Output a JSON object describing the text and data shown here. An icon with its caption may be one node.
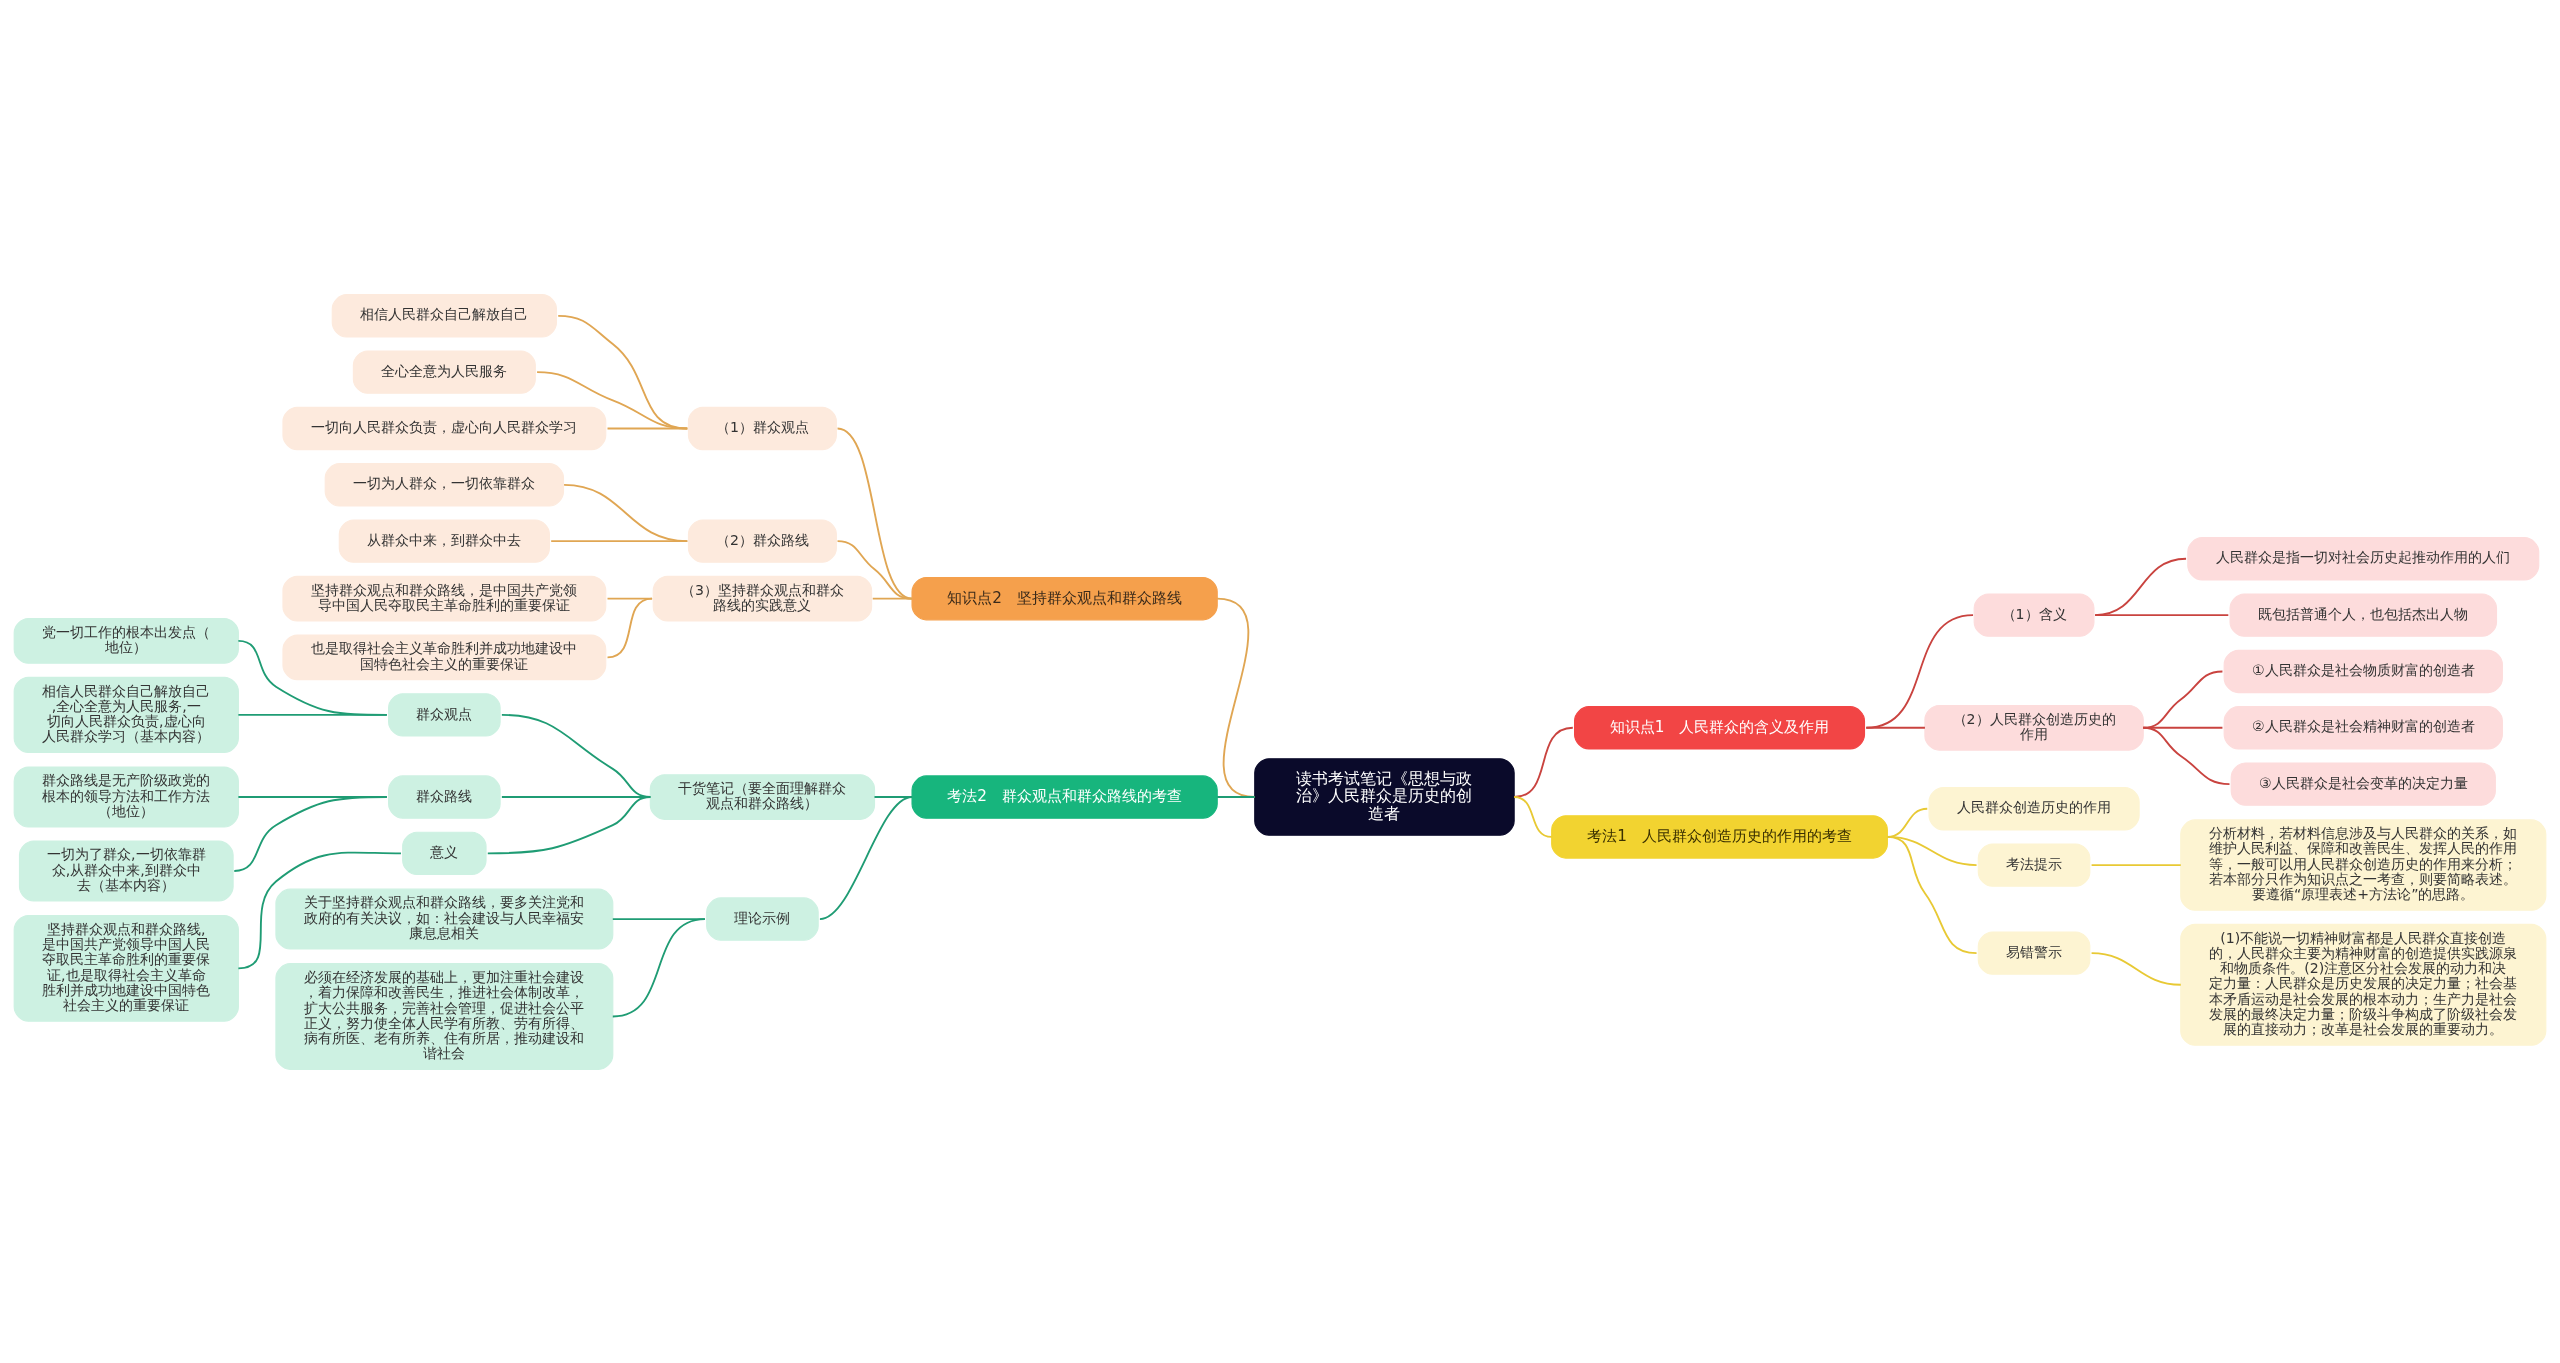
{
  "diagram": {
    "nodes": [
      {
        "text": [
          "读书考试笔记《思想与政治》人民群众是历史的创造者"
        ]
      },
      {
        "text": [
          "知识点2　坚持群众观点和群众路线"
        ]
      },
      {
        "text": [
          "（1）群众观点"
        ]
      },
      {
        "text": [
          "相信人民群众自己解放自己"
        ]
      },
      {
        "text": [
          "全心全意为人民服务"
        ]
      },
      {
        "text": [
          "一切向人民群众负责，虚心向人民群众学习"
        ]
      },
      {
        "text": [
          "（2）群众路线"
        ]
      },
      {
        "text": [
          "一切为人群众，一切依靠群众"
        ]
      },
      {
        "text": [
          "从群众中来，到群众中去"
        ]
      },
      {
        "text": [
          "（3）坚持群众观点和群众路线的实践意义"
        ]
      },
      {
        "text": [
          "坚持群众观点和群众路线，是中国共产党领导中国人民夺取民主革命胜利的重要保证"
        ]
      },
      {
        "text": [
          "也是取得社会主义革命胜利并成功地建设中国特色社会主义的重要保证"
        ]
      },
      {
        "text": [
          "考法2　群众观点和群众路线的考查"
        ]
      },
      {
        "text": [
          "干货笔记（要全面理解群众观点和群众路线）"
        ]
      },
      {
        "text": [
          "群众观点"
        ]
      },
      {
        "text": [
          "党一切工作的根本出发点（地位）"
        ]
      },
      {
        "text": [
          "相信人民群众自己解放自己,全心全意为人民服务,一切向人民群众负责,虚心向人民群众学习（基本内容）"
        ]
      },
      {
        "text": [
          "群众路线"
        ]
      },
      {
        "text": [
          "群众路线是无产阶级政党的根本的领导方法和工作方法（地位）"
        ]
      },
      {
        "text": [
          "一切为了群众,一切依靠群众,从群众中来,到群众中去（基本内容）"
        ]
      },
      {
        "text": [
          "意义"
        ]
      },
      {
        "text": [
          "坚持群众观点和群众路线,是中国共产党领导中国人民夺取民主革命胜利的重要保证,也是取得社会主义革命胜利并成功地建设中国特色社会主义的重要保证"
        ]
      },
      {
        "text": [
          "理论示例"
        ]
      },
      {
        "text": [
          "关于坚持群众观点和群众路线，要多关注党和政府的有关决议，如：社会建设与人民幸福安康息息相关"
        ]
      },
      {
        "text": [
          "必须在经济发展的基础上，更加注重社会建设，着力保障和改善民生，推进社会体制改革，扩大公共服务，完善社会管理，促进社会公平正义，努力使全体人民学有所教、劳有所得、病有所医、老有所养、住有所居，推动建设和谐社会"
        ]
      },
      {
        "text": [
          "知识点1　人民群众的含义及作用"
        ]
      },
      {
        "text": [
          "（1）含义"
        ]
      },
      {
        "text": [
          "人民群众是指一切对社会历史起推动作用的人们"
        ]
      },
      {
        "text": [
          "既包括普通个人，也包括杰出人物"
        ]
      },
      {
        "text": [
          "（2）人民群众创造历史的作用"
        ]
      },
      {
        "text": [
          "①人民群众是社会物质财富的创造者"
        ]
      },
      {
        "text": [
          "②人民群众是社会精神财富的创造者"
        ]
      },
      {
        "text": [
          "③人民群众是社会变革的决定力量"
        ]
      },
      {
        "text": [
          "考法1　人民群众创造历史的作用的考查"
        ]
      },
      {
        "text": [
          "人民群众创造历史的作用"
        ]
      },
      {
        "text": [
          "考法提示"
        ]
      },
      {
        "text": [
          "分析材料，若材料信息涉及与人民群众的关系，如维护人民利益、保障和改善民生、发挥人民的作用等，一般可以用人民群众创造历史的作用来分析；若本部分只作为知识点之一考查，则要简略表述。要遵循“原理表述+方法论”的思路。"
        ]
      },
      {
        "text": [
          "易错警示"
        ]
      },
      {
        "text": [
          "(1)不能说一切精神财富都是人民群众直接创造的，人民群众主要为精神财富的创造提供实践源泉和物质条件。(2)注意区分社会发展的动力和决定力量：人民群众是历史发展的决定力量；社会基本矛盾运动是社会发展的根本动力；生产力是社会发展的最终决定力量；阶级斗争构成了阶级社会发展的直接动力；改革是社会发展的重要动力。"
        ]
      }
    ],
    "edges": [
      {
        "from": 0,
        "to": 1,
        "arrow": "none",
        "color": "#e0a653"
      },
      {
        "from": 1,
        "to": 2,
        "arrow": "none",
        "color": "#e0a653"
      },
      {
        "from": 2,
        "to": 3,
        "arrow": "none",
        "color": "#e0a653"
      },
      {
        "from": 2,
        "to": 4,
        "arrow": "none",
        "color": "#e0a653"
      },
      {
        "from": 2,
        "to": 5,
        "arrow": "none",
        "color": "#e0a653"
      },
      {
        "from": 1,
        "to": 6,
        "arrow": "none",
        "color": "#e0a653"
      },
      {
        "from": 6,
        "to": 7,
        "arrow": "none",
        "color": "#e0a653"
      },
      {
        "from": 6,
        "to": 8,
        "arrow": "none",
        "color": "#e0a653"
      },
      {
        "from": 1,
        "to": 9,
        "arrow": "none",
        "color": "#e0a653"
      },
      {
        "from": 9,
        "to": 10,
        "arrow": "none",
        "color": "#e0a653"
      },
      {
        "from": 9,
        "to": 11,
        "arrow": "none",
        "color": "#e0a653"
      },
      {
        "from": 0,
        "to": 12,
        "arrow": "none"
      },
      {
        "from": 12,
        "to": 13,
        "arrow": "none"
      },
      {
        "from": 13,
        "to": 14,
        "arrow": "none"
      },
      {
        "from": 14,
        "to": 15,
        "arrow": "none"
      },
      {
        "from": 14,
        "to": 16,
        "arrow": "none"
      },
      {
        "from": 13,
        "to": 17,
        "arrow": "none"
      },
      {
        "from": 17,
        "to": 18,
        "arrow": "none"
      },
      {
        "from": 17,
        "to": 19,
        "arrow": "none"
      },
      {
        "from": 13,
        "to": 20,
        "arrow": "none"
      },
      {
        "from": 20,
        "to": 21,
        "arrow": "none"
      },
      {
        "from": 12,
        "to": 22,
        "arrow": "none"
      },
      {
        "from": 22,
        "to": 23,
        "arrow": "none"
      },
      {
        "from": 22,
        "to": 24,
        "arrow": "none"
      },
      {
        "from": 0,
        "to": 25,
        "arrow": "none",
        "color": "#c9433f"
      },
      {
        "from": 25,
        "to": 26,
        "arrow": "none",
        "color": "#c9433f"
      },
      {
        "from": 26,
        "to": 27,
        "arrow": "none",
        "color": "#c9433f"
      },
      {
        "from": 26,
        "to": 28,
        "arrow": "none",
        "color": "#c9433f"
      },
      {
        "from": 25,
        "to": 29,
        "arrow": "none",
        "color": "#c9433f"
      },
      {
        "from": 29,
        "to": 30,
        "arrow": "none",
        "color": "#c9433f"
      },
      {
        "from": 29,
        "to": 31,
        "arrow": "none",
        "color": "#c9433f"
      },
      {
        "from": 29,
        "to": 32,
        "arrow": "none",
        "color": "#c9433f"
      },
      {
        "from": 0,
        "to": 33,
        "arrow": "none",
        "color": "#e8c934"
      },
      {
        "from": 33,
        "to": 34,
        "arrow": "none",
        "color": "#e8c934"
      },
      {
        "from": 33,
        "to": 35,
        "arrow": "none",
        "color": "#e8c934"
      },
      {
        "from": 35,
        "to": 36,
        "arrow": "none",
        "color": "#e8c934"
      },
      {
        "from": 33,
        "to": 37,
        "arrow": "none",
        "color": "#e8c934"
      },
      {
        "from": 37,
        "to": 38,
        "arrow": "none",
        "color": "#e8c934"
      }
    ]
  }
}
